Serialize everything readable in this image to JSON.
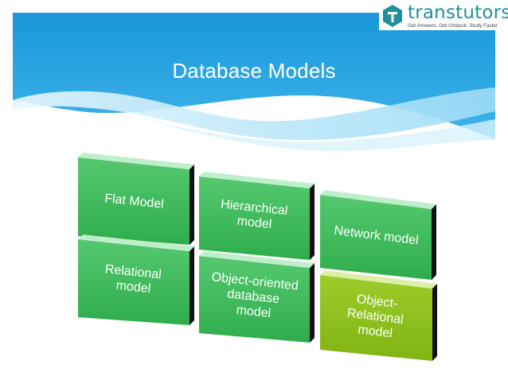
{
  "slide": {
    "title": "Database Models"
  },
  "logo": {
    "name": "transtutors",
    "tagline": "Get Answers. Get Unstuck. Study Faster",
    "icon": "t-badge-icon"
  },
  "colors": {
    "banner": "#1e9ddd",
    "banner_light": "#c8ecfb",
    "box_green": "#3cb85a",
    "box_olive": "#8fc21a",
    "box_side": "#111111"
  },
  "diagram": {
    "boxes": [
      {
        "id": "flat-model",
        "lines": [
          "Flat Model"
        ]
      },
      {
        "id": "hierarchical-model",
        "lines": [
          "Hierarchical",
          "model"
        ]
      },
      {
        "id": "network-model",
        "lines": [
          "Network model"
        ]
      },
      {
        "id": "relational-model",
        "lines": [
          "Relational",
          "model"
        ]
      },
      {
        "id": "object-oriented-database-model",
        "lines": [
          "Object-oriented",
          "database",
          "model"
        ]
      },
      {
        "id": "object-relational-model",
        "lines": [
          "Object-",
          "Relational",
          "model"
        ]
      }
    ]
  }
}
